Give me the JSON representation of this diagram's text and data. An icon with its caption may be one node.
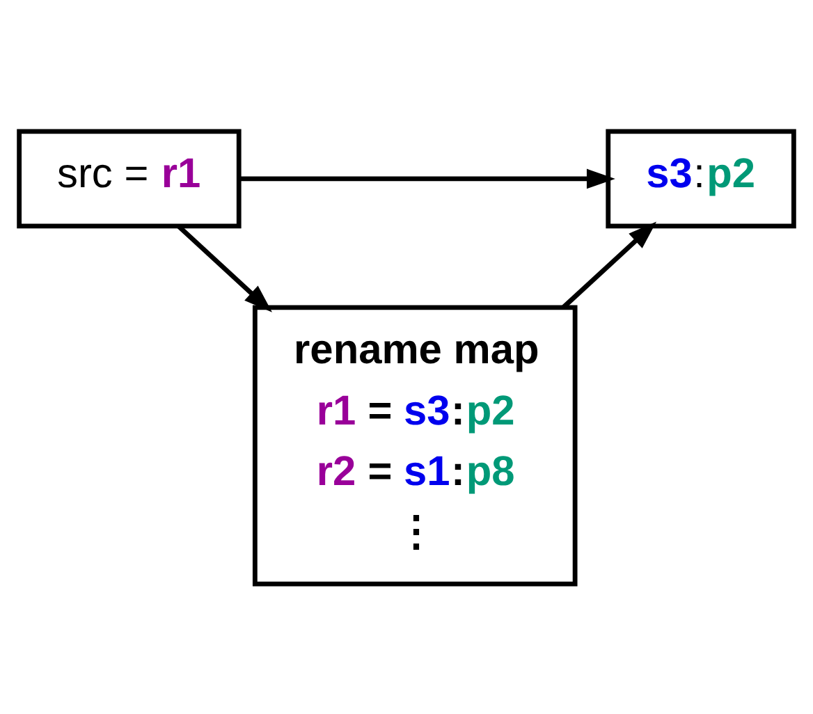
{
  "diagram": {
    "nodes": [
      {
        "text": [
          "src = r1"
        ]
      },
      {
        "text": [
          "s3:p2"
        ]
      },
      {
        "text": [
          "rename map",
          "r1 = s3:p2",
          "r2 = s1:p8",
          "⋮"
        ]
      }
    ],
    "edges": [
      {
        "from": 0,
        "to": 1,
        "arrow": "to"
      },
      {
        "from": 0,
        "to": 2,
        "arrow": "to"
      },
      {
        "from": 2,
        "to": 1,
        "arrow": "to"
      }
    ]
  }
}
